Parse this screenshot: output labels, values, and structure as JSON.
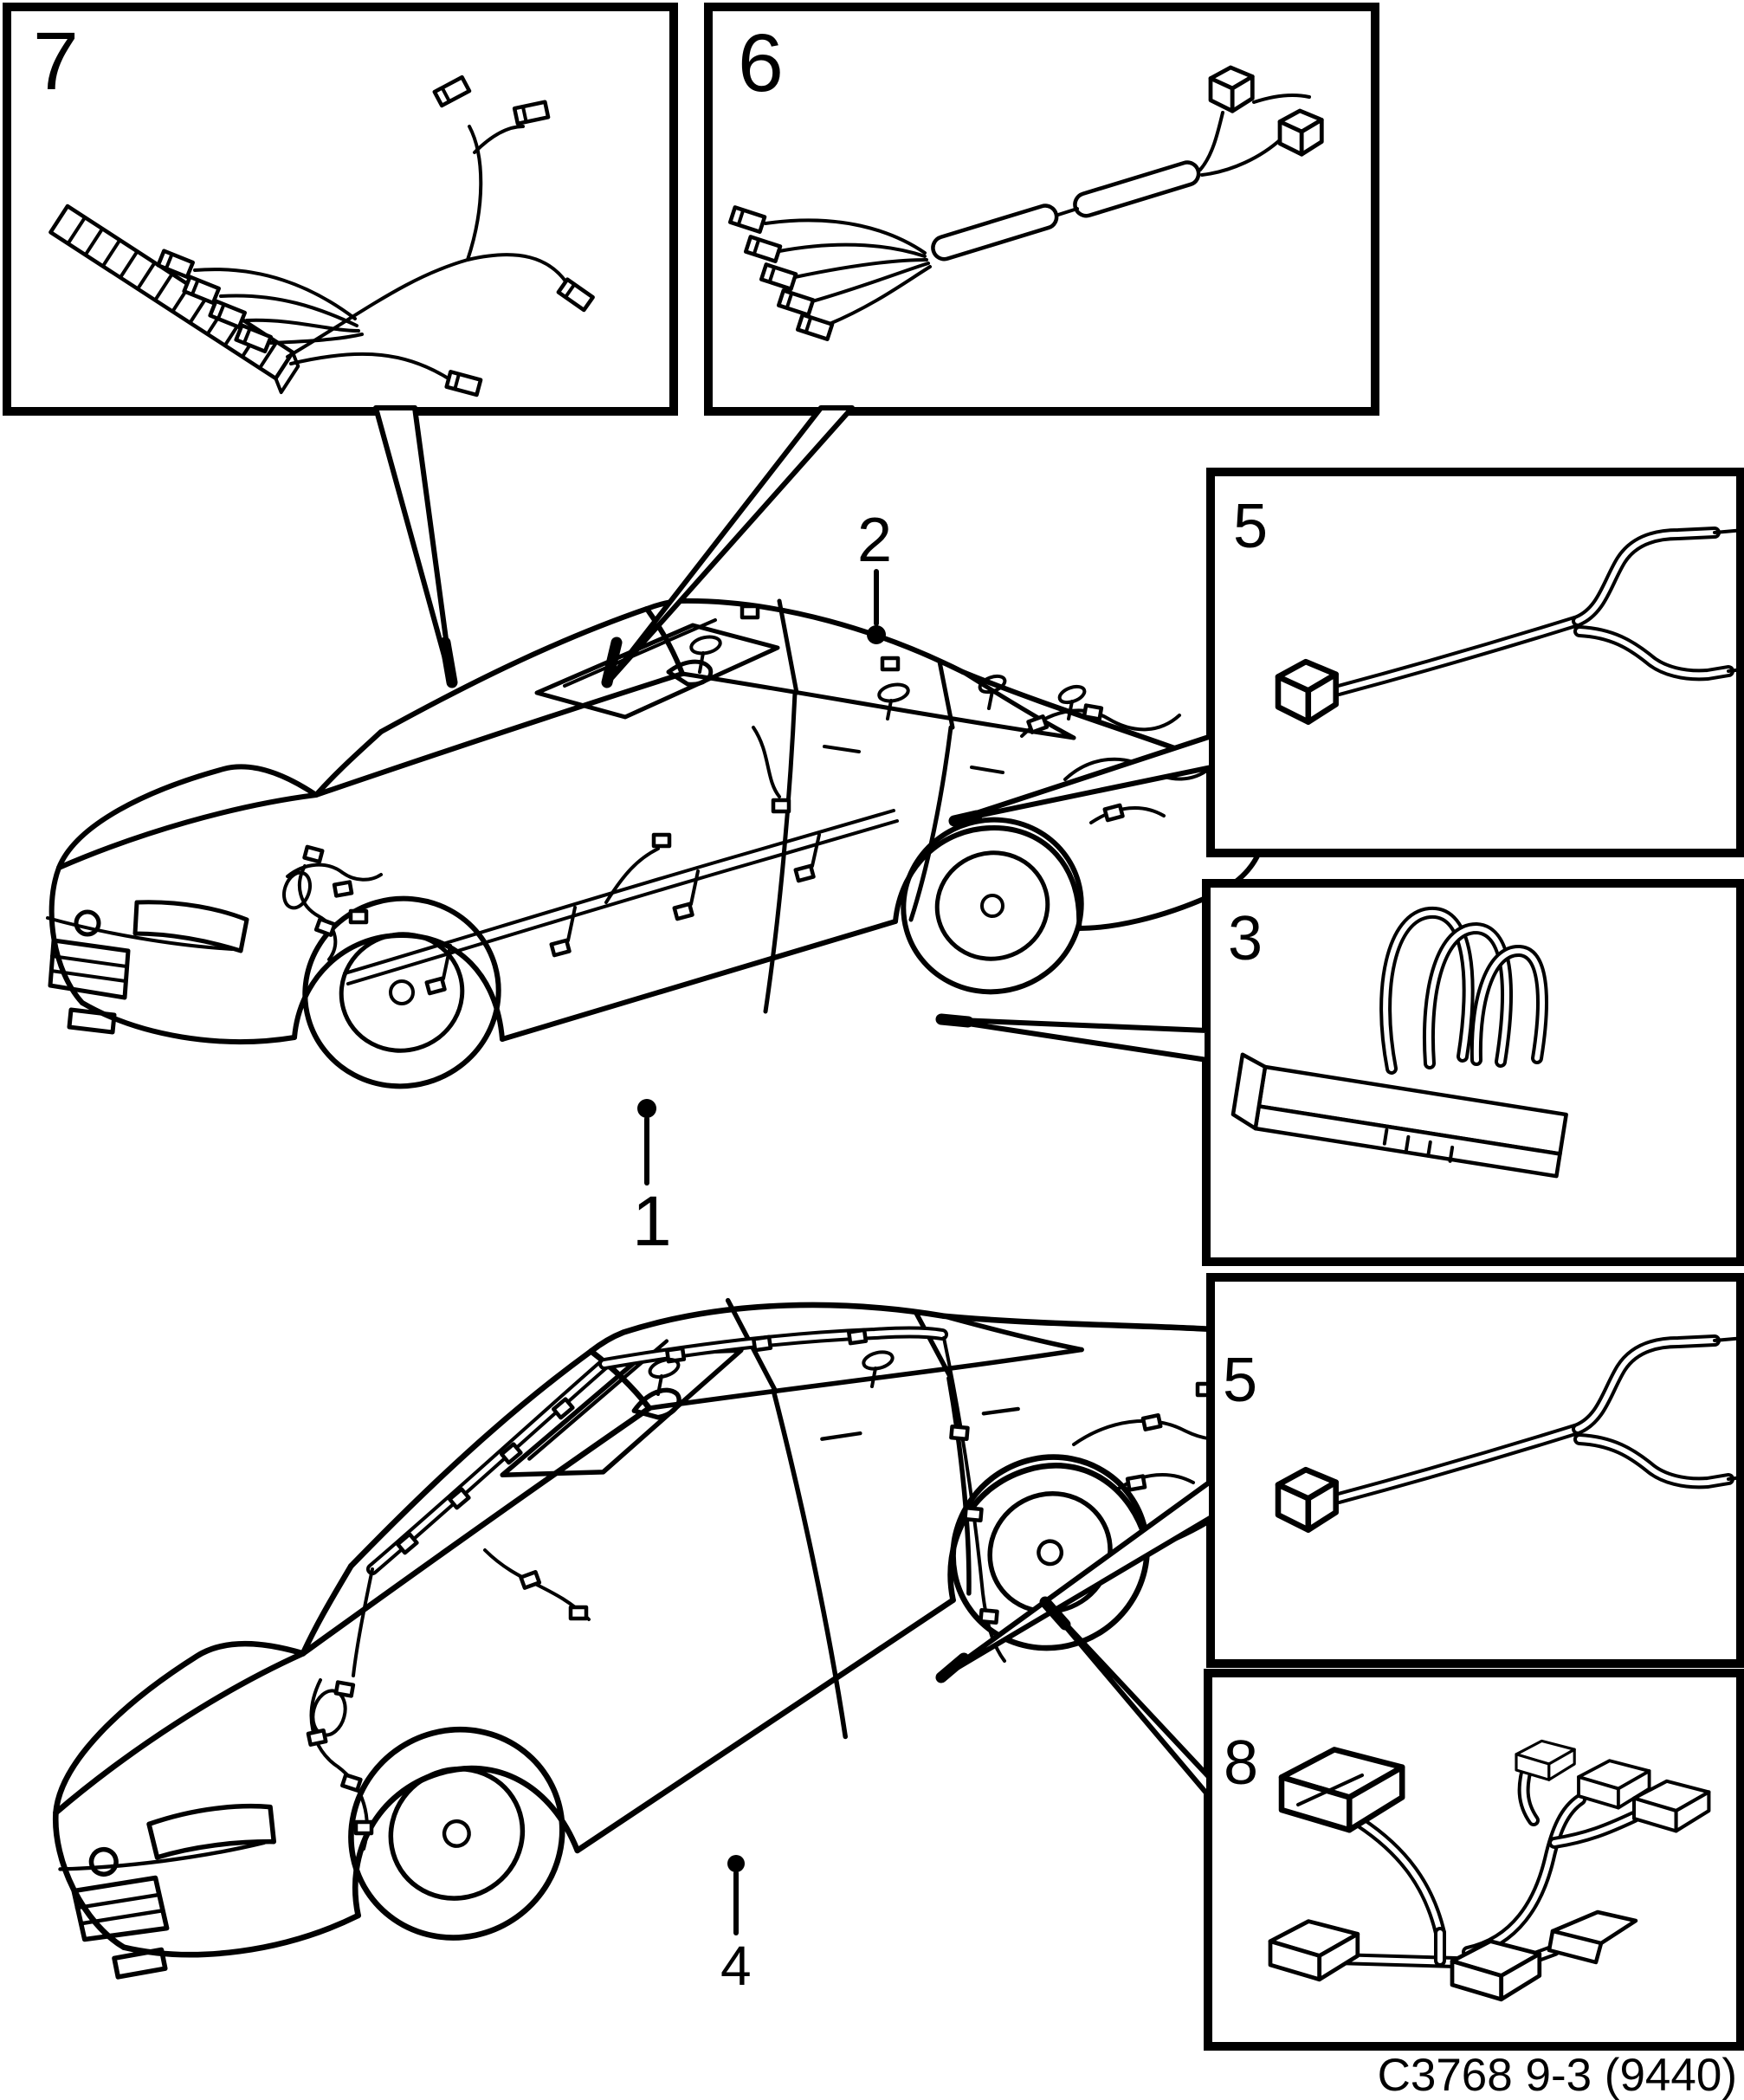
{
  "diagram": {
    "caption": "C3768 9-3 (9440)",
    "panel_labels": {
      "p7": "7",
      "p6": "6",
      "p5a": "5",
      "p3": "3",
      "p5b": "5",
      "p8": "8"
    },
    "car_callout_labels": {
      "c2": "2",
      "c1": "1",
      "c4": "4"
    },
    "colors": {
      "line": "#000000",
      "background": "#ffffff"
    }
  }
}
